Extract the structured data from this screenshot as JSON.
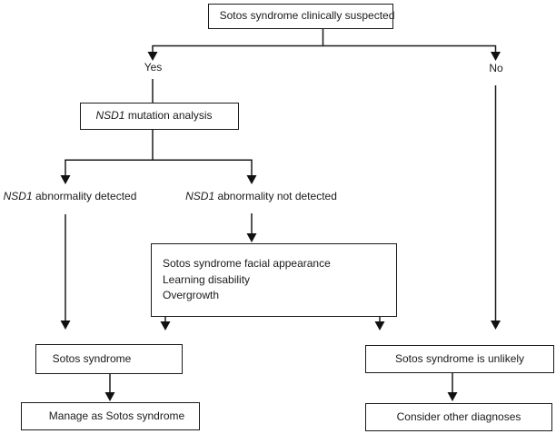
{
  "palette": {
    "ink": "#1a1a1a",
    "background": "#ffffff"
  },
  "nodes": {
    "suspected": {
      "label": "Sotos syndrome clinically suspected"
    },
    "yes_branch": {
      "label": "Yes"
    },
    "no_branch": {
      "label": "No"
    },
    "mutation_analysis": {
      "em": "NSD1",
      "text": " mutation analysis"
    },
    "abnormality_detected": {
      "em": "NSD1",
      "text": " abnormality detected"
    },
    "abnormality_not_detected": {
      "em": "NSD1",
      "text": " abnormality not detected"
    },
    "criteria": {
      "lines": [
        "Sotos syndrome facial appearance",
        "Learning disability",
        "Overgrowth"
      ]
    },
    "sotos": {
      "label": "Sotos syndrome"
    },
    "manage": {
      "label": "Manage as Sotos syndrome"
    },
    "unlikely": {
      "label": "Sotos syndrome is unlikely"
    },
    "consider": {
      "label": "Consider other diagnoses"
    }
  }
}
